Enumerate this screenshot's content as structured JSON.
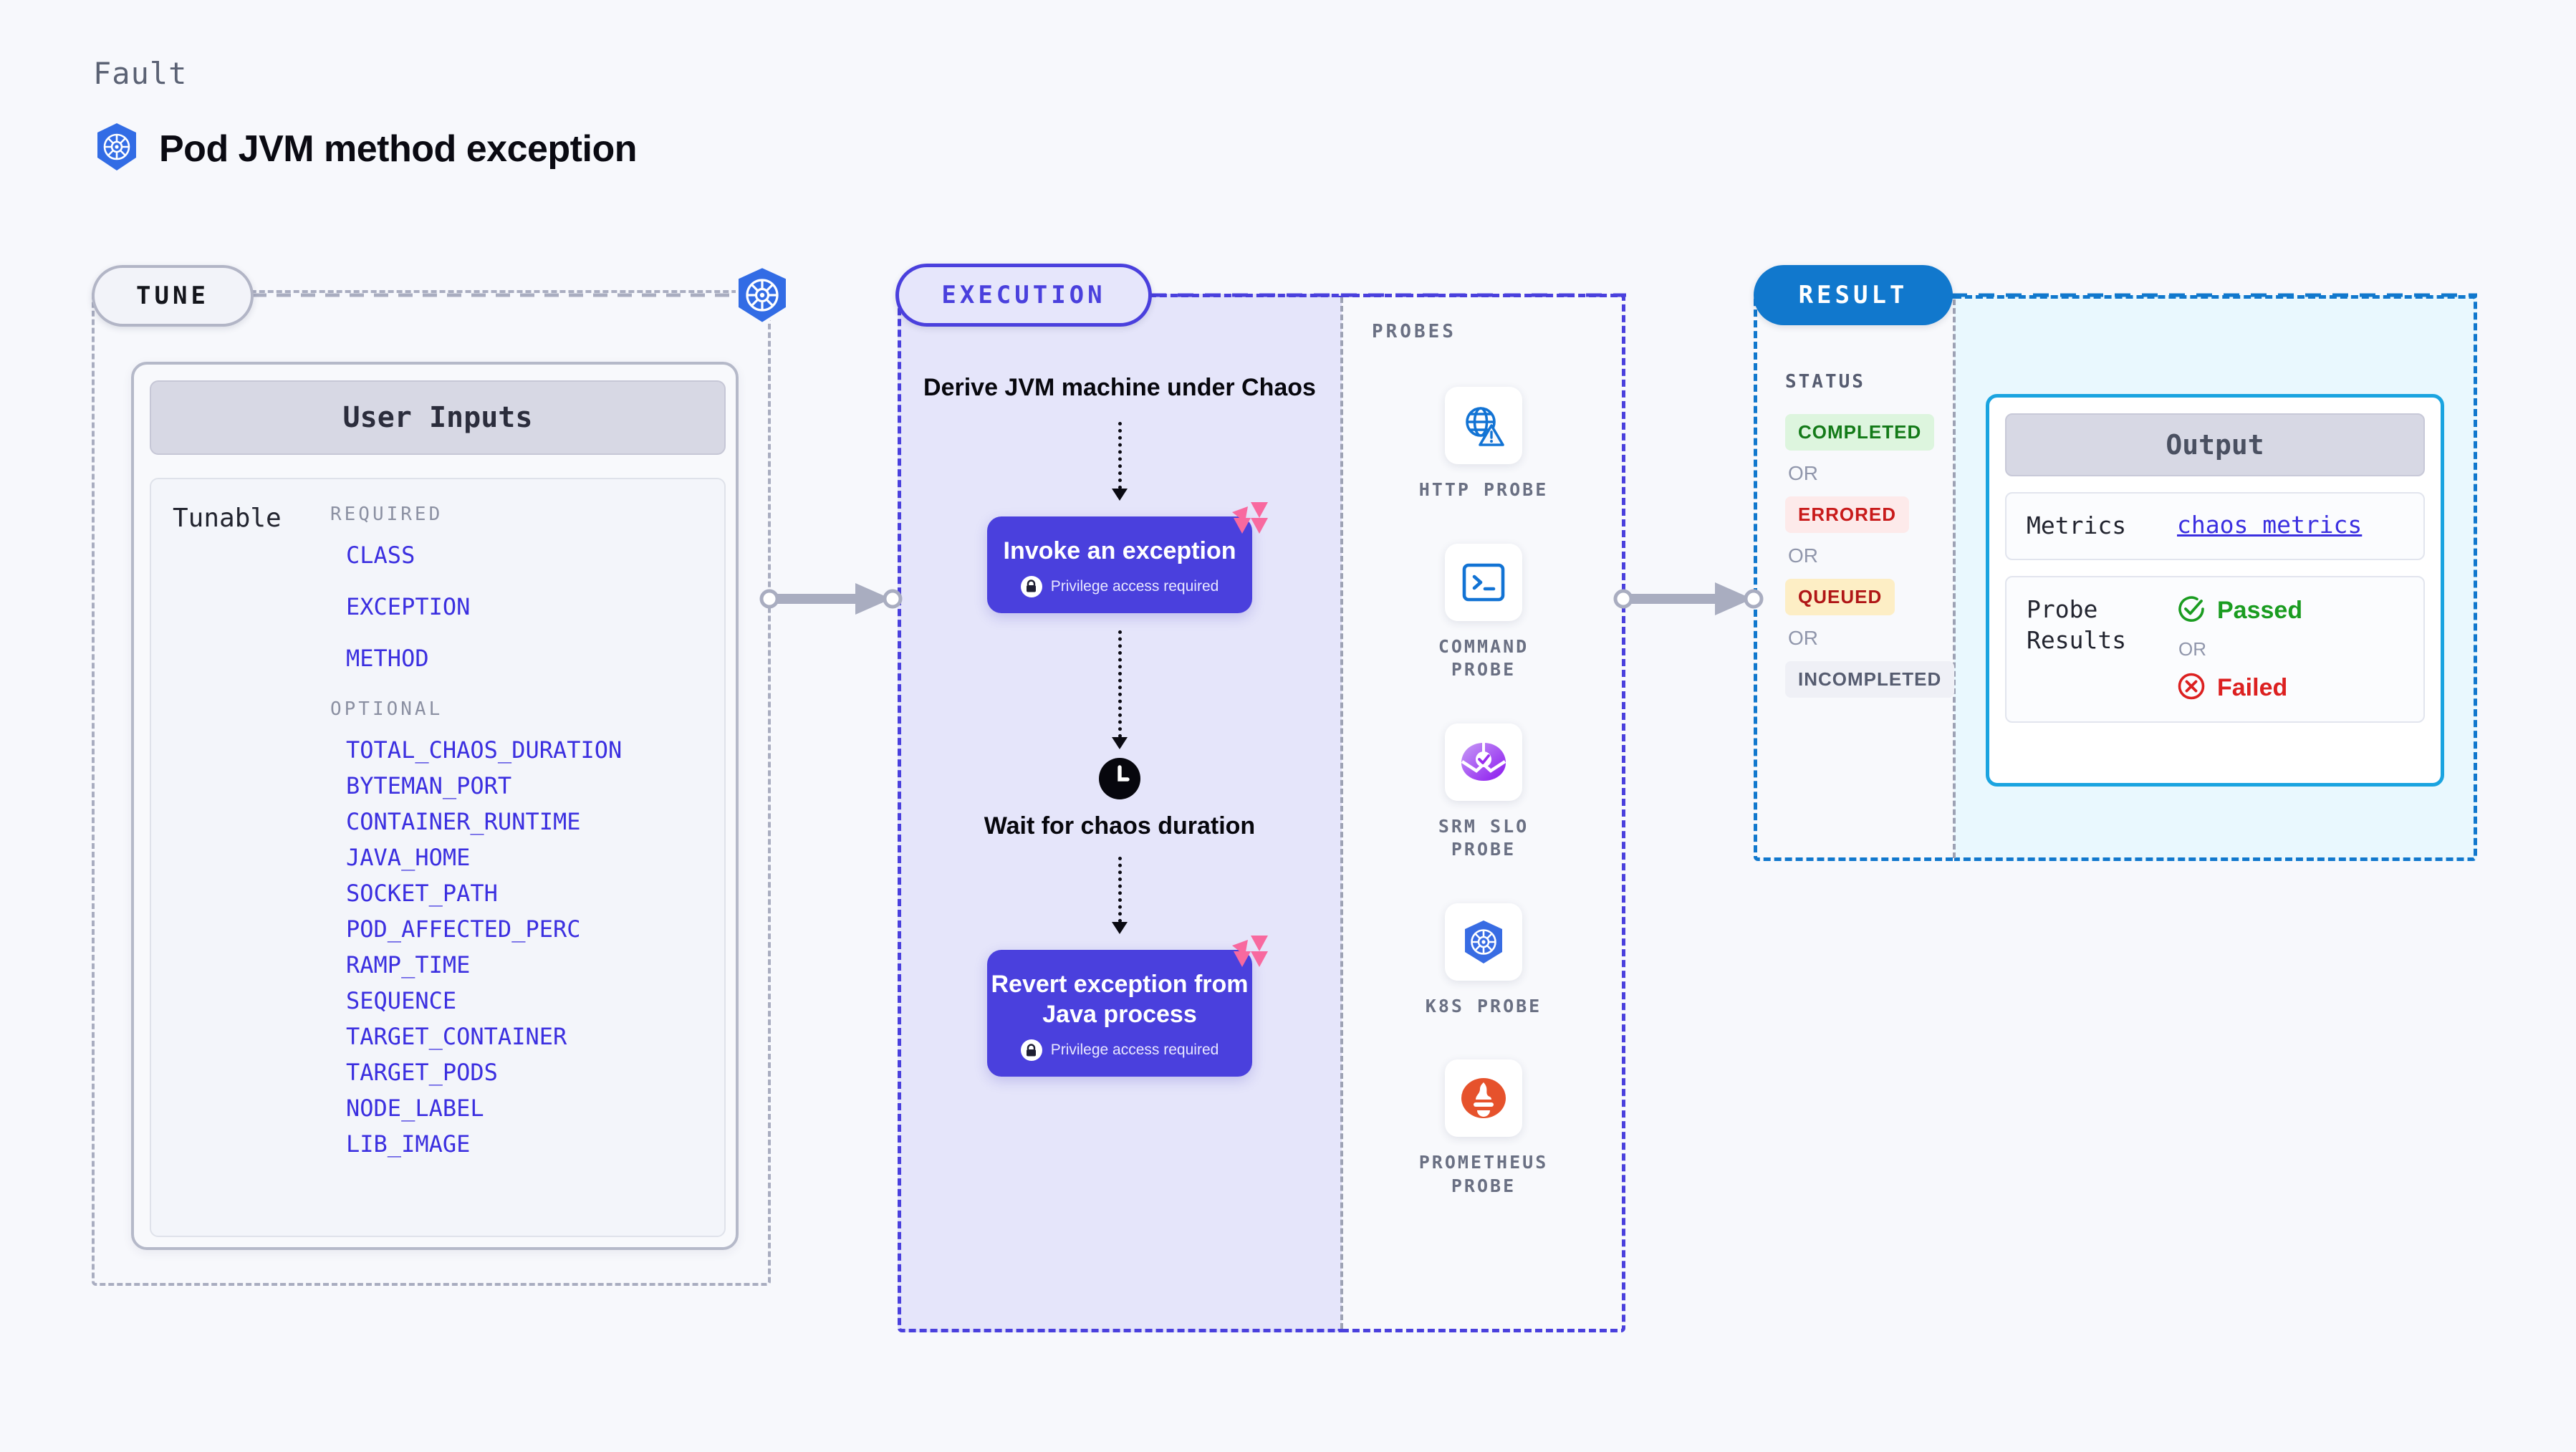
{
  "header": {
    "kicker": "Fault",
    "title": "Pod JVM method exception",
    "icon": "kubernetes-icon"
  },
  "tune": {
    "pill_label": "TUNE",
    "card_title": "User Inputs",
    "tunable_label": "Tunable",
    "required_label": "REQUIRED",
    "optional_label": "OPTIONAL",
    "required": [
      "CLASS",
      "EXCEPTION",
      "METHOD"
    ],
    "optional": [
      "TOTAL_CHAOS_DURATION",
      "BYTEMAN_PORT",
      "CONTAINER_RUNTIME",
      "JAVA_HOME",
      "SOCKET_PATH",
      "POD_AFFECTED_PERC",
      "RAMP_TIME",
      "SEQUENCE",
      "TARGET_CONTAINER",
      "TARGET_PODS",
      "NODE_LABEL",
      "LIB_IMAGE"
    ]
  },
  "execution": {
    "pill_label": "EXECUTION",
    "step1_text": "Derive JVM machine under Chaos",
    "step2_title": "Invoke an exception",
    "step2_note": "Privilege access required",
    "step3_text": "Wait for chaos duration",
    "step4_title": "Revert exception from Java process",
    "step4_note": "Privilege access required"
  },
  "probes": {
    "section_label": "PROBES",
    "items": [
      {
        "name": "HTTP PROBE",
        "icon": "globe-warning-icon"
      },
      {
        "name": "COMMAND PROBE",
        "icon": "terminal-icon"
      },
      {
        "name": "SRM SLO PROBE",
        "icon": "srm-slo-icon"
      },
      {
        "name": "K8S PROBE",
        "icon": "kubernetes-icon"
      },
      {
        "name": "PROMETHEUS PROBE",
        "icon": "prometheus-icon"
      }
    ]
  },
  "result": {
    "pill_label": "RESULT",
    "status_label": "STATUS",
    "or_label": "OR",
    "statuses": [
      {
        "label": "COMPLETED",
        "color": "#137a18"
      },
      {
        "label": "ERRORED",
        "color": "#c81a1a"
      },
      {
        "label": "QUEUED",
        "color": "#b01616"
      },
      {
        "label": "INCOMPLETED",
        "color": "#565c70"
      }
    ],
    "output": {
      "title": "Output",
      "metrics_key": "Metrics",
      "metrics_value": "chaos metrics",
      "probe_results_key": "Probe Results",
      "passed_label": "Passed",
      "or_label": "OR",
      "failed_label": "Failed"
    }
  },
  "colors": {
    "page_bg": "#f7f8fc",
    "accent_indigo": "#4a40dd",
    "accent_blue": "#1178cd",
    "param_link": "#3b2fe0",
    "litmus_pink": "#f8699f",
    "k8s_blue": "#326ce5"
  }
}
